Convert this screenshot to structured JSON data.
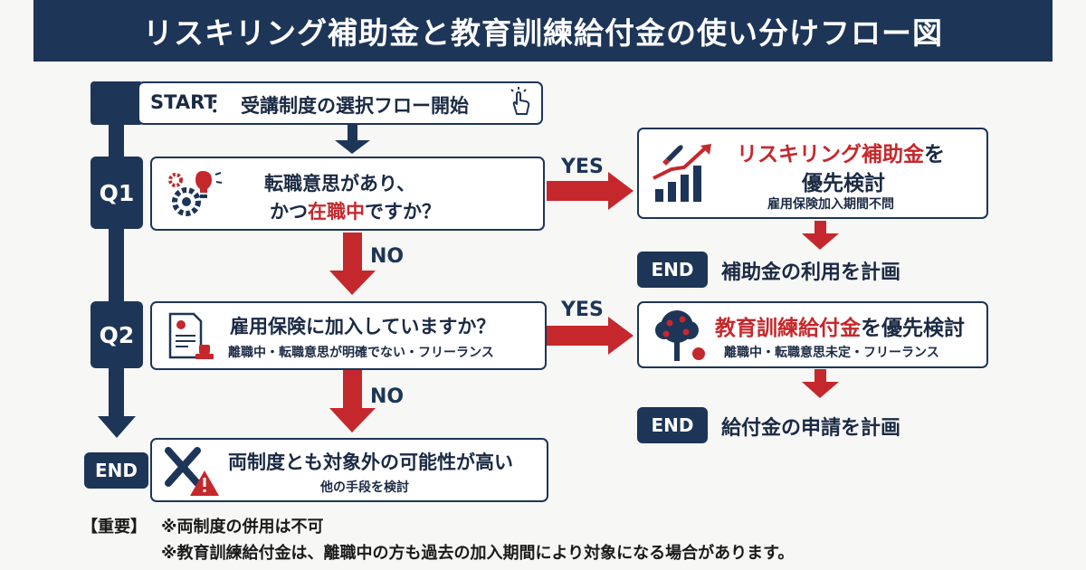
{
  "title": "リスキリング補助金と教育訓練給付金の使い分けフロー図",
  "start": {
    "prefix": "START",
    "sep": "：",
    "label": "受講制度の選択フロー開始"
  },
  "q1": {
    "badge": "Q1",
    "line1": "転職意思があり、",
    "line2_pre": "かつ",
    "line2_highlight": "在職中",
    "line2_post": "ですか？",
    "yes_label": "YES",
    "no_label": "NO"
  },
  "result_reskill": {
    "highlight": "リスキリング補助金",
    "post": "を",
    "line2": "優先検討",
    "note": "雇用保険加入期間不問"
  },
  "end_reskill": {
    "badge": "END",
    "label": "補助金の利用を計画"
  },
  "q2": {
    "badge": "Q2",
    "line1": "雇用保険に加入していますか？",
    "line2": "離職中・転職意思が明確でない・フリーランス",
    "yes_label": "YES",
    "no_label": "NO"
  },
  "result_kyoiku": {
    "highlight": "教育訓練給付金",
    "post": "を優先検討",
    "note": "離職中・転職意思未定・フリーランス"
  },
  "end_kyoiku": {
    "badge": "END",
    "label": "給付金の申請を計画"
  },
  "end_none": {
    "badge": "END",
    "line1": "両制度とも対象外の可能性が高い",
    "line2": "他の手段を検討"
  },
  "notes": {
    "label": "【重要】",
    "note1": "※両制度の併用は不可",
    "note2": "※教育訓練給付金は、離職中の方も過去の加入期間により対象になる場合があります。"
  },
  "colors": {
    "navy": "#1d3557",
    "red": "#c5282c",
    "background": "#f7f7f6"
  },
  "icons": [
    "pointer-hand-icon",
    "gears-lightbulb-icon",
    "rocket-growth-chart-icon",
    "document-stamp-icon",
    "apple-tree-icon",
    "x-warning-icon"
  ]
}
